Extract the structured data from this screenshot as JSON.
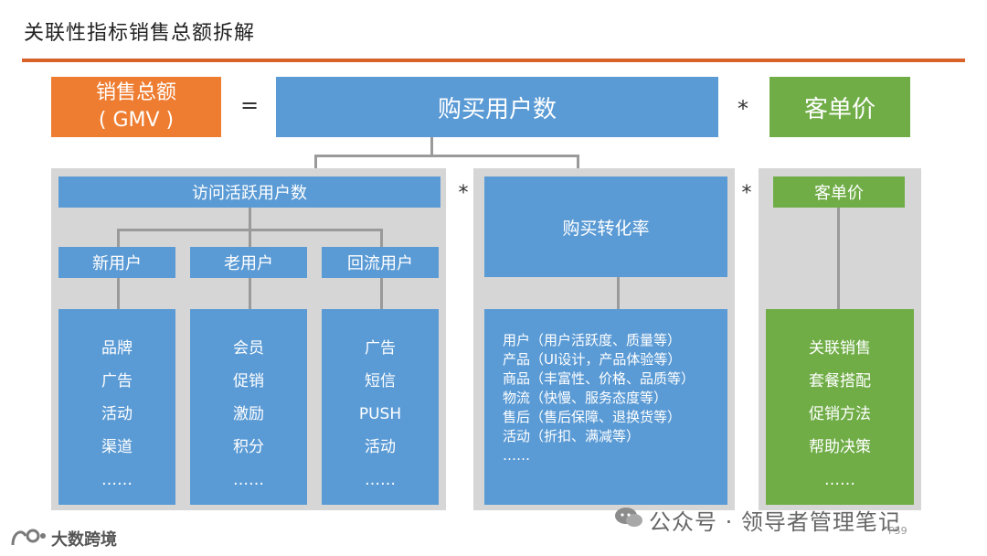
{
  "title": "关联性指标销售总额拆解",
  "top": {
    "gmv_line1": "销售总额",
    "gmv_line2": "( GMV )",
    "equals": "=",
    "buyers": "购买用户数",
    "times": "*",
    "aov": "客单价"
  },
  "visits": {
    "label": "访问活跃用户数",
    "segments": [
      {
        "label": "新用户",
        "items": [
          "品牌",
          "广告",
          "活动",
          "渠道",
          "……"
        ]
      },
      {
        "label": "老用户",
        "items": [
          "会员",
          "促销",
          "激励",
          "积分",
          "……"
        ]
      },
      {
        "label": "回流用户",
        "items": [
          "广告",
          "短信",
          "PUSH",
          "活动",
          "……"
        ]
      }
    ]
  },
  "op2": "*",
  "conversion": {
    "label": "购买转化率",
    "items": [
      "用户（用户活跃度、质量等）",
      "产品（UI设计，产品体验等）",
      "商品（丰富性、价格、品质等）",
      "物流（快慢、服务态度等）",
      "售后（售后保障、退换货等）",
      "活动（折扣、满减等）",
      "……"
    ]
  },
  "op3": "*",
  "aov_sub": {
    "label": "客单价",
    "items": [
      "关联销售",
      "套餐搭配",
      "促销方法",
      "帮助决策",
      "……"
    ]
  },
  "watermark": {
    "right": "公众号 · 领导者管理笔记",
    "left": "大数跨境",
    "page": "P59"
  },
  "colors": {
    "orange": "#ee7d31",
    "blue": "#5b9bd5",
    "green": "#70ad47",
    "gray": "#d6d6d6",
    "rule": "#d9622b"
  }
}
